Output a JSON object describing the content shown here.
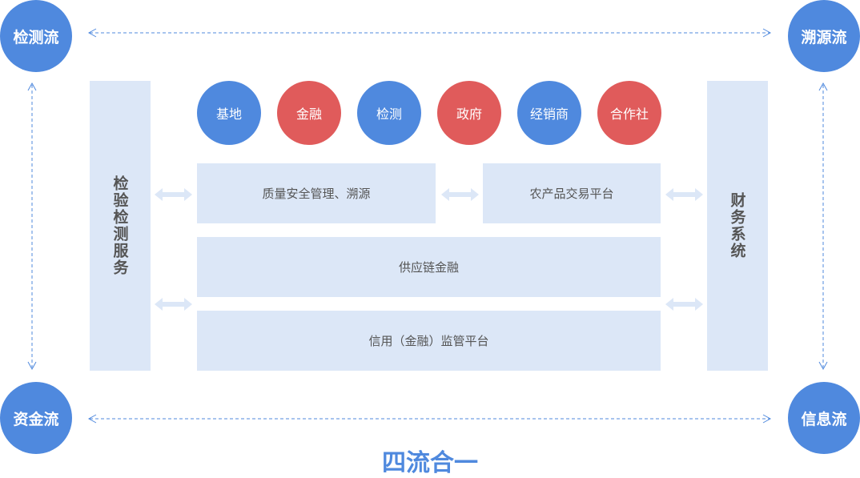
{
  "corners": {
    "top_left": "检测流",
    "top_right": "溯源流",
    "bottom_left": "资金流",
    "bottom_right": "信息流"
  },
  "participants": [
    {
      "label": "基地",
      "color": "blue"
    },
    {
      "label": "金融",
      "color": "red"
    },
    {
      "label": "检测",
      "color": "blue"
    },
    {
      "label": "政府",
      "color": "red"
    },
    {
      "label": "经销商",
      "color": "blue"
    },
    {
      "label": "合作社",
      "color": "red"
    }
  ],
  "left_column": "检验检测服务",
  "right_column": "财务系统",
  "modules": {
    "quality": "质量安全管理、溯源",
    "trading": "农产品交易平台",
    "finance": "供应链金融",
    "supervision": "信用（金融）监管平台"
  },
  "title": "四流合一",
  "colors": {
    "blue": "#4f89de",
    "red": "#e05b5b",
    "box": "#dce7f7"
  }
}
